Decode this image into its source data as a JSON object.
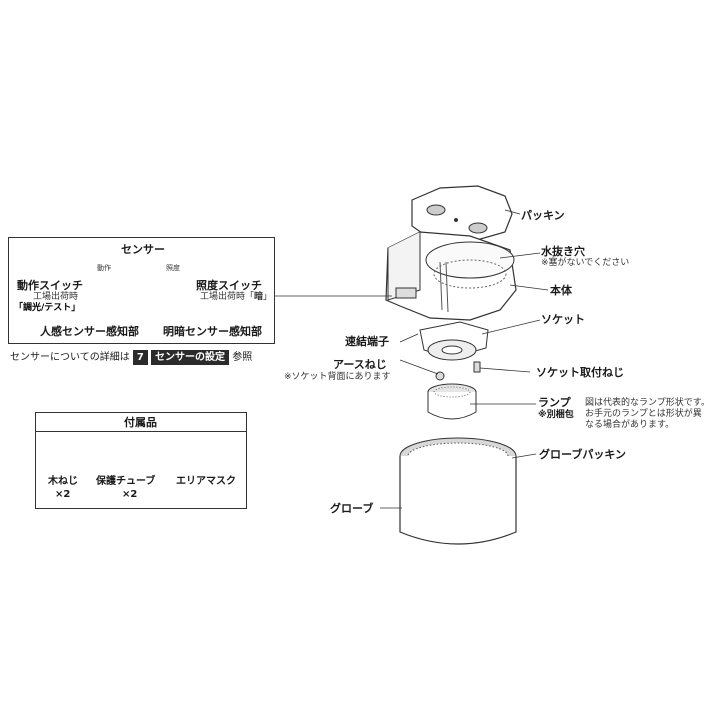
{
  "sensor": {
    "title": "センサー",
    "operation_switch": "動作スイッチ",
    "operation_default_1": "工場出荷時",
    "operation_default_2": "「調光/テスト」",
    "illum_switch": "照度スイッチ",
    "illum_default_1": "工場出荷時「",
    "illum_default_bold": "暗",
    "illum_default_3": "」",
    "human_sensor": "人感センサー感知部",
    "light_sensor": "明暗センサー感知部",
    "panel_label_action": "動作",
    "panel_label_illum": "照度"
  },
  "note": {
    "prefix": "センサーについての詳細は",
    "number": "7",
    "section": "センサーの設定",
    "suffix": "参照"
  },
  "accessories": {
    "title": "付属品",
    "wood_screw": "木ねじ",
    "wood_screw_qty": "×2",
    "tube": "保護チューブ",
    "tube_qty": "×2",
    "area_mask": "エリアマスク"
  },
  "parts": {
    "packing": "パッキン",
    "drain_hole": "水抜き穴",
    "drain_note": "※塞がないでください",
    "body": "本体",
    "socket": "ソケット",
    "terminal": "速結端子",
    "earth_screw": "アースねじ",
    "earth_note": "※ソケット背面にあります",
    "socket_screw": "ソケット取付ねじ",
    "lamp": "ランプ",
    "lamp_separate": "※別梱包",
    "lamp_note_1": "図は代表的なランプ形状です。",
    "lamp_note_2": "お手元のランプとは形状が異",
    "lamp_note_3": "なる場合があります。",
    "globe_packing": "グローブパッキン",
    "globe": "グローブ"
  }
}
